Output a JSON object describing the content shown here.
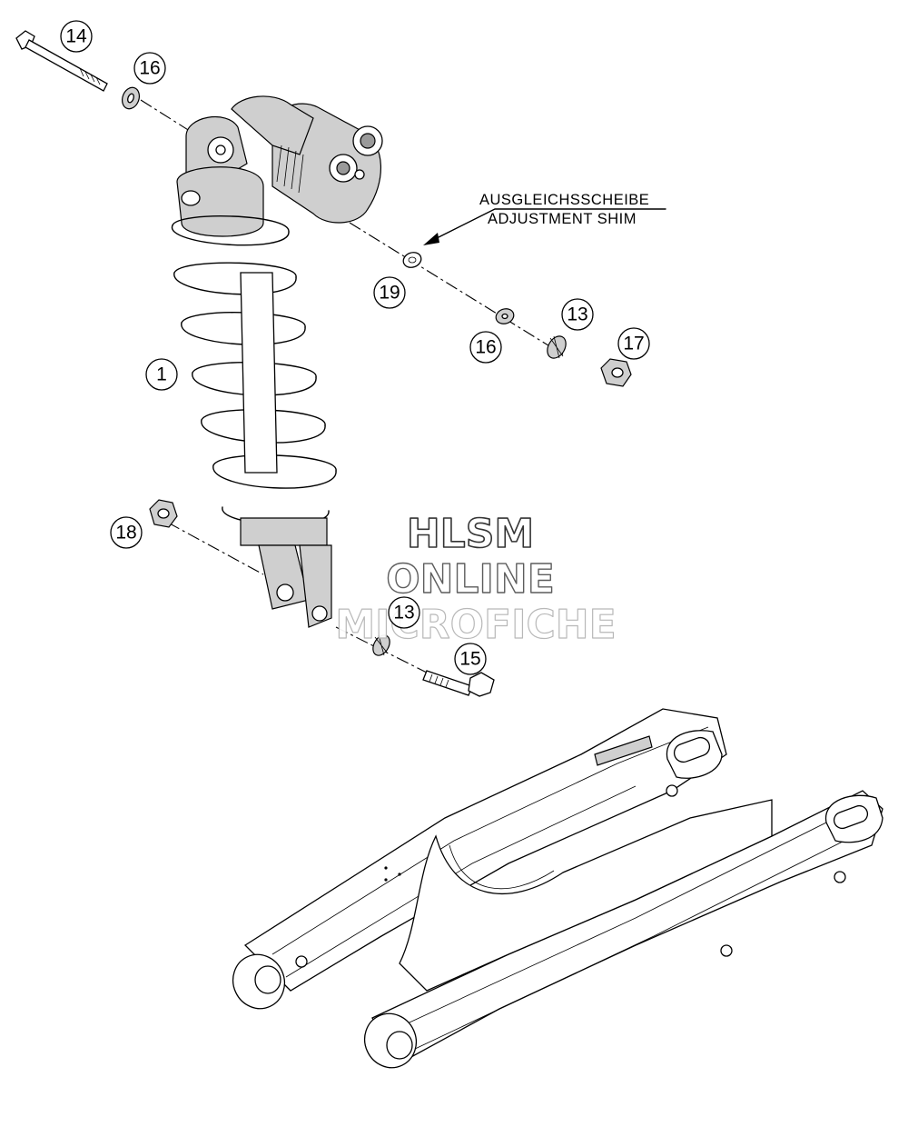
{
  "callouts": {
    "c14": "14",
    "c16a": "16",
    "c19": "19",
    "c16b": "16",
    "c13a": "13",
    "c17": "17",
    "c1": "1",
    "c18": "18",
    "c13b": "13",
    "c15": "15"
  },
  "note": {
    "line1": "AUSGLEICHSSCHEIBE",
    "line2": "ADJUSTMENT SHIM"
  },
  "watermark": {
    "line1": "HLSM",
    "line2": "ONLINE",
    "line3": "MICROFICHE"
  },
  "colors": {
    "ink": "#000000",
    "part_fill": "#cfcfcf",
    "watermark_outline": "#6a6a6a"
  }
}
